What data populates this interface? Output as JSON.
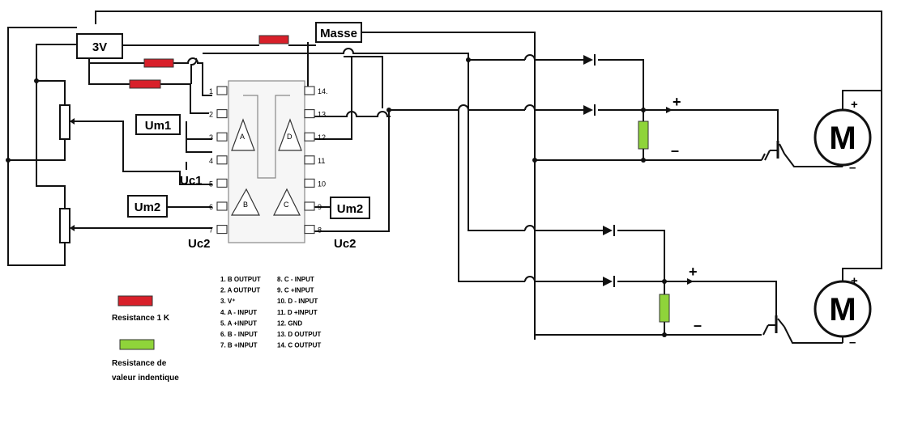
{
  "labels": {
    "supply": "3V",
    "ground": "Masse",
    "um1": "Um1",
    "um2_left": "Um2",
    "um2_right": "Um2",
    "uc1": "Uc1",
    "uc2_left": "Uc2",
    "uc2_right": "Uc2",
    "motor_top": "M",
    "motor_bottom": "M",
    "plus_top": "+",
    "minus_top": "–",
    "plus_bottom": "+",
    "minus_bottom": "–",
    "motor_top_plus": "+",
    "motor_top_minus": "–",
    "motor_bottom_plus": "+",
    "motor_bottom_minus": "–",
    "opamp_a": "A",
    "opamp_b": "B",
    "opamp_c": "C",
    "opamp_d": "D"
  },
  "pins": [
    "1",
    "2",
    "3",
    "4",
    "5",
    "6",
    "7",
    "8",
    "9",
    "10",
    "11",
    "12",
    "13",
    "14."
  ],
  "pinout_left": [
    "1. B OUTPUT",
    "2. A OUTPUT",
    "3. V⁺",
    "4. A - INPUT",
    "5. A +INPUT",
    "6. B - INPUT",
    "7. B +INPUT"
  ],
  "pinout_right": [
    "8. C - INPUT",
    "9. C +INPUT",
    "10. D - INPUT",
    "11. D +INPUT",
    "12. GND",
    "13. D OUTPUT",
    "14. C OUTPUT"
  ],
  "legend": {
    "red_resistor": "Resistance 1 K",
    "green_resistor_line1": "Resistance de",
    "green_resistor_line2": "valeur indentique"
  },
  "colors": {
    "resistor_1k": "#d8202a",
    "resistor_equal": "#8fd43a",
    "wire": "#111111"
  }
}
